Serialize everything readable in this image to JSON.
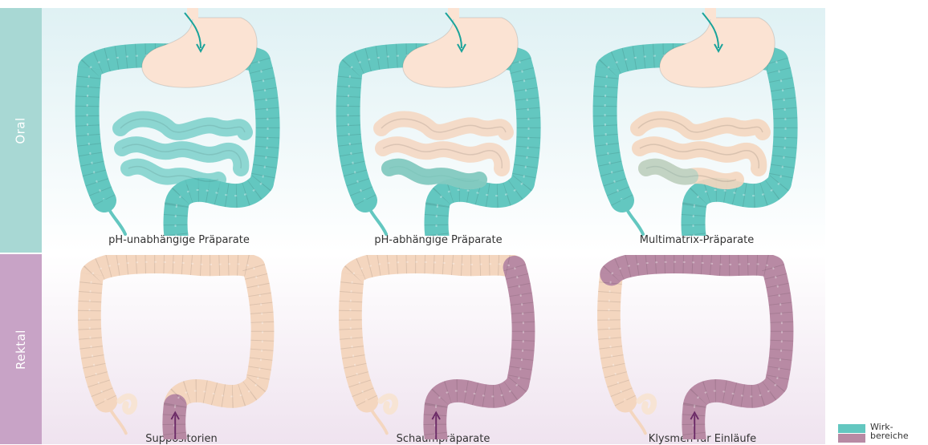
{
  "rows": {
    "oral": "Oral",
    "rectal": "Rektal"
  },
  "oral_panels": [
    {
      "caption": "pH-unabhängige Präparate",
      "state": "small-and-large-intestine-active"
    },
    {
      "caption": "pH-abhängige Präparate",
      "state": "ileum-and-colon-active"
    },
    {
      "caption": "Multimatrix-Präparate",
      "state": "colon-active"
    }
  ],
  "rectal_panels": [
    {
      "caption": "Suppositorien",
      "extent": "rectum"
    },
    {
      "caption": "Schaumpräparate",
      "extent": "rectum-to-descending-colon"
    },
    {
      "caption": "Klysmen für Einläufe",
      "extent": "rectum-to-transverse-colon"
    }
  ],
  "legend": {
    "line1": "Wirk-",
    "line2": "bereiche"
  },
  "colors": {
    "active_oral": "#63c7c0",
    "active_rectal": "#b88aa4",
    "inactive": "#f4d6bf",
    "stomach": "#fbe3d3",
    "oral_band": "#a8d8d4",
    "rectal_band": "#c8a3c6",
    "arrow_oral": "#1aa39a",
    "arrow_rectal": "#6b2a66"
  }
}
